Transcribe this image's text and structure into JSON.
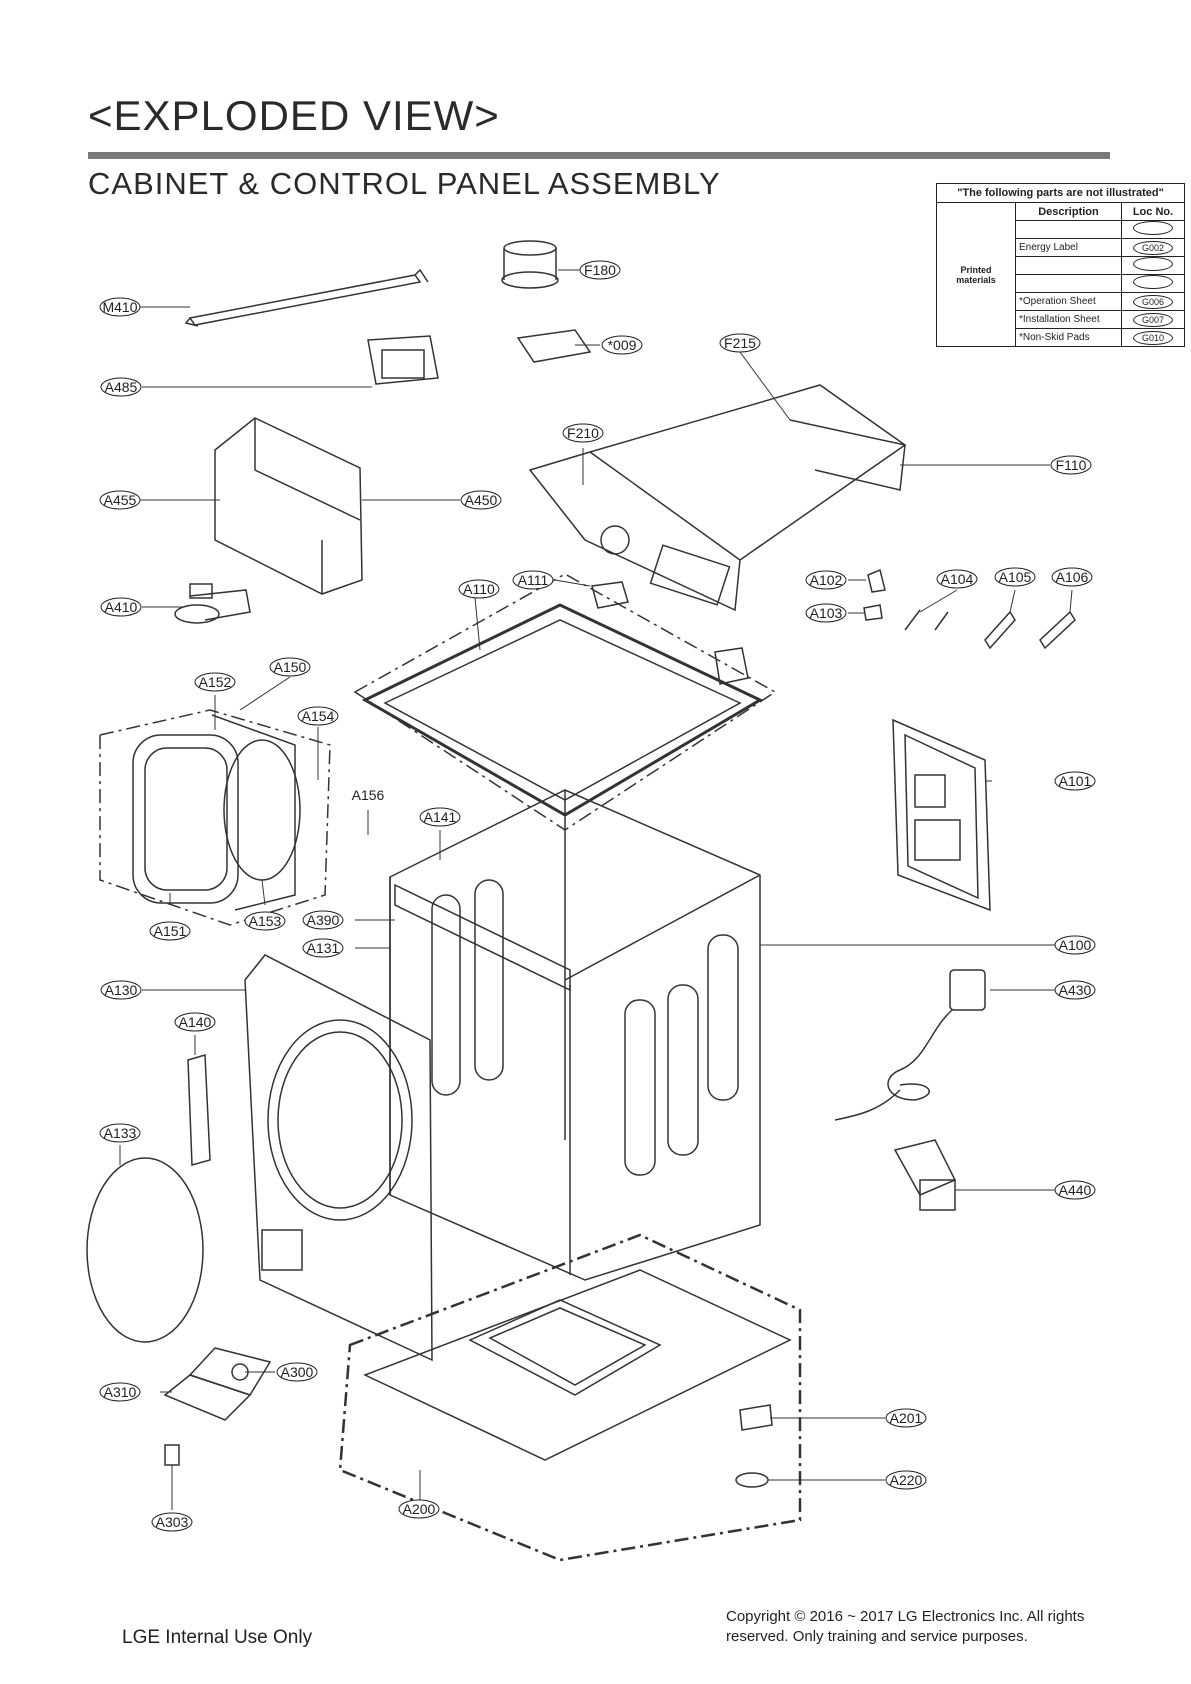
{
  "header": {
    "title": "<EXPLODED VIEW>",
    "subtitle": "CABINET  & CONTROL PANEL ASSEMBLY"
  },
  "not_illustrated": {
    "caption": "\"The following parts are not illustrated\"",
    "col_description": "Description",
    "col_loc": "Loc No.",
    "group_label": "Printed materials",
    "rows": [
      {
        "description": "",
        "loc": ""
      },
      {
        "description": "Energy Label",
        "loc": "G002"
      },
      {
        "description": "",
        "loc": ""
      },
      {
        "description": "",
        "loc": ""
      },
      {
        "description": "*Operation Sheet",
        "loc": "G006"
      },
      {
        "description": "*Installation Sheet",
        "loc": "G007"
      },
      {
        "description": "*Non-Skid Pads",
        "loc": "G010"
      }
    ]
  },
  "callouts": {
    "m410": "M410",
    "a485": "A485",
    "a455": "A455",
    "a450": "A450",
    "a410": "A410",
    "f180": "F180",
    "s009": "*009",
    "f215": "F215",
    "f210": "F210",
    "f110": "F110",
    "a110": "A110",
    "a111": "A111",
    "a102": "A102",
    "a103": "A103",
    "a104": "A104",
    "a105": "A105",
    "a106": "A106",
    "a150": "A150",
    "a152": "A152",
    "a154": "A154",
    "a156": "A156",
    "a141": "A141",
    "a101": "A101",
    "a151": "A151",
    "a153": "A153",
    "a390": "A390",
    "a131": "A131",
    "a100": "A100",
    "a130": "A130",
    "a430": "A430",
    "a140": "A140",
    "a133": "A133",
    "a440": "A440",
    "a300": "A300",
    "a310": "A310",
    "a201": "A201",
    "a303": "A303",
    "a200": "A200",
    "a220": "A220"
  },
  "footer": {
    "left": "LGE Internal Use Only",
    "right": "Copyright © 2016 ~ 2017 LG Electronics Inc. All rights reserved. Only training and service purposes."
  }
}
